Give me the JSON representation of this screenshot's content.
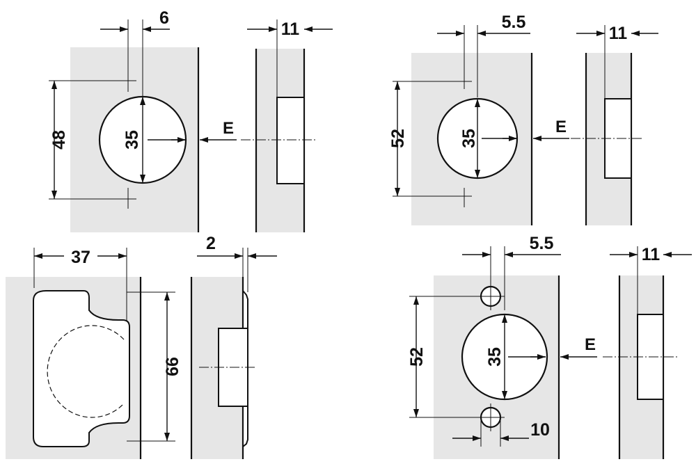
{
  "diagrams": [
    {
      "id": "full-overlay",
      "dims": {
        "cup_diameter": "35",
        "hole_spacing": "48",
        "edge_distance": "6",
        "bore_depth": "11",
        "edge_label": "E"
      }
    },
    {
      "id": "half-overlay",
      "dims": {
        "cup_diameter": "35",
        "hole_spacing": "52",
        "edge_distance": "5.5",
        "bore_depth": "11",
        "edge_label": "E"
      }
    },
    {
      "id": "plate-detail",
      "dims": {
        "plate_width": "37",
        "plate_height": "66",
        "plate_thickness": "2"
      }
    },
    {
      "id": "dowel-variant",
      "dims": {
        "cup_diameter": "35",
        "hole_spacing": "52",
        "edge_distance": "5.5",
        "bore_depth": "11",
        "edge_label": "E",
        "dowel_diameter": "10"
      }
    }
  ],
  "colors": {
    "panel": "#e6e6e6",
    "line": "#111111"
  }
}
